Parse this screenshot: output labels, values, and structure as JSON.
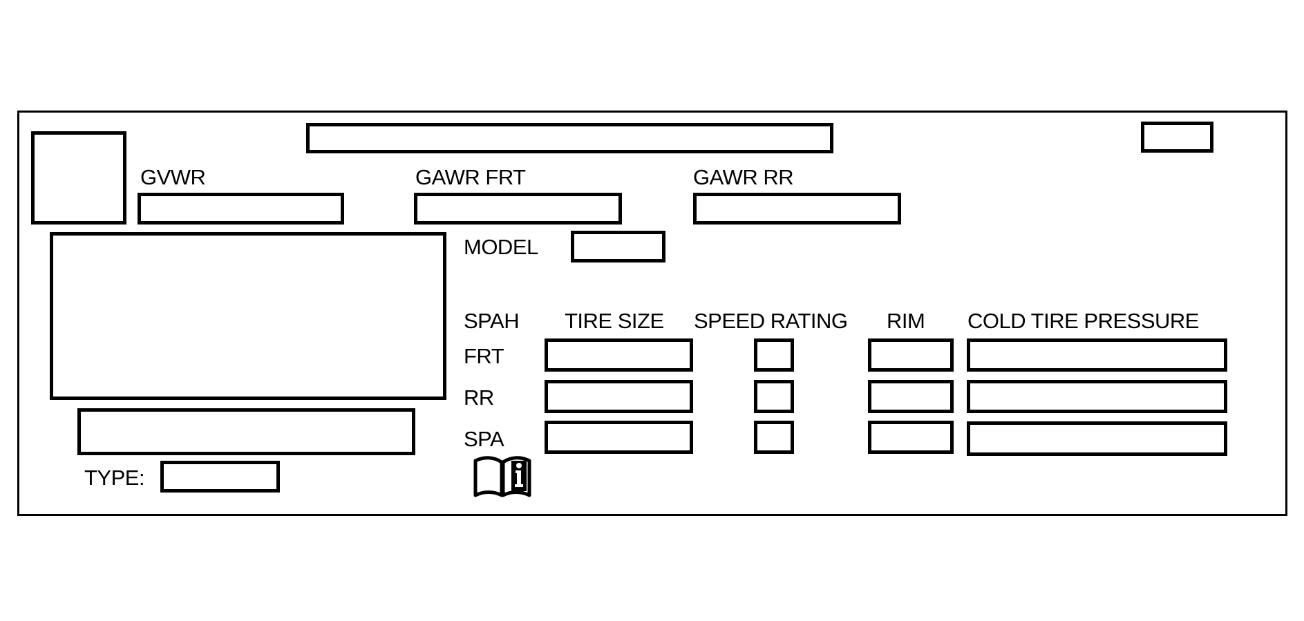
{
  "labels": {
    "gvwr": "GVWR",
    "gawr_frt": "GAWR FRT",
    "gawr_rr": "GAWR RR",
    "model": "MODEL",
    "type": "TYPE:"
  },
  "tire_table": {
    "headers": {
      "spah": "SPAH",
      "tire_size": "TIRE SIZE",
      "speed_rating": "SPEED RATING",
      "rim": "RIM",
      "cold_tire_pressure": "COLD TIRE PRESSURE"
    },
    "rows": [
      "FRT",
      "RR",
      "SPA"
    ]
  },
  "icons": {
    "owner_manual": "book-info-icon"
  }
}
